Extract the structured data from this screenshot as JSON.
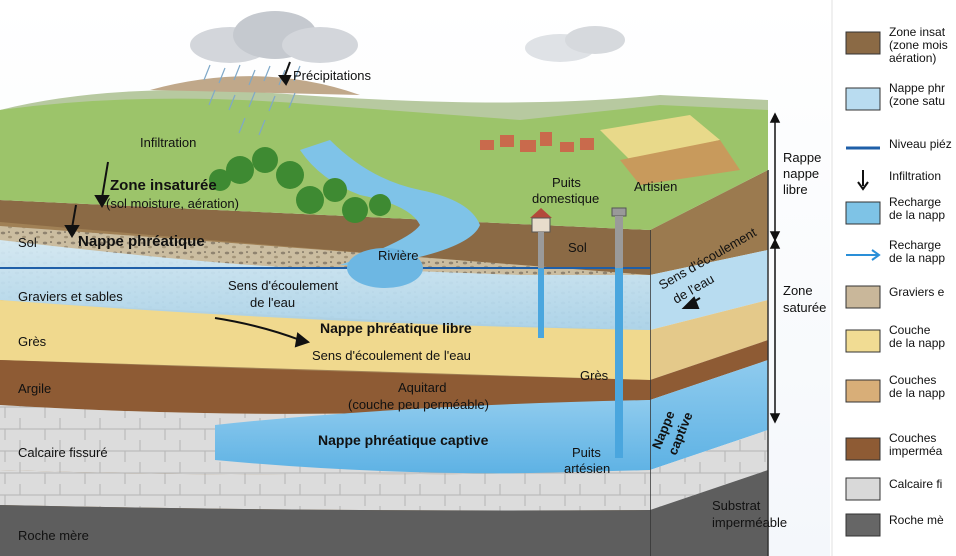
{
  "labels": {
    "precipitations": "Précipitations",
    "infiltration": "Infiltration",
    "zone_insaturee": "Zone insaturée",
    "zone_insaturee_sub": "(sol moisture, aération)",
    "nappe_phreatique": "Nappe phréatique",
    "sol_left": "Sol",
    "sol_right": "Sol",
    "graviers": "Graviers et sables",
    "gres_left": "Grès",
    "gres_right": "Grès",
    "argile": "Argile",
    "calcaire": "Calcaire fissuré",
    "roche": "Roche mère",
    "riviere": "Rivière",
    "sens_ecoul_1": "Sens d'écoulement",
    "sens_ecoul_2": "de l'eau",
    "nappe_libre": "Nappe phréatique libre",
    "sens_ecoul_long": "Sens d'écoulement de l'eau",
    "aquitard_1": "Aquitard",
    "aquitard_2": "(couche peu perméable)",
    "nappe_captive": "Nappe phréatique captive",
    "puits_dom_1": "Puits",
    "puits_dom_2": "domestique",
    "artesien": "Artisien",
    "puits_art_1": "Puits",
    "puits_art_2": "artésien",
    "side_ecoul_1": "Sens d'écoulement",
    "side_ecoul_2": "de l'eau",
    "side_captive_1": "Nappe",
    "side_captive_2": "captive",
    "rappe_1": "Rappe",
    "rappe_2": "nappe",
    "rappe_3": "libre",
    "zone_sat_1": "Zone",
    "zone_sat_2": "saturée",
    "substrat_1": "Substrat",
    "substrat_2": "imperméable"
  },
  "legend": [
    {
      "kind": "box",
      "color": "#8b6a45",
      "lines": [
        "Zone insat",
        "(zone mois",
        "aération)"
      ]
    },
    {
      "kind": "box",
      "color": "#b9dcf0",
      "lines": [
        "Nappe phr",
        "(zone satu"
      ]
    },
    {
      "kind": "line",
      "color": "#1f5fa8",
      "lines": [
        "Niveau piéz"
      ]
    },
    {
      "kind": "arrow-down",
      "color": "#111111",
      "lines": [
        "Infiltration"
      ]
    },
    {
      "kind": "box",
      "color": "#7ec3e6",
      "lines": [
        "Recharge",
        "de la napp"
      ]
    },
    {
      "kind": "arrow-right",
      "color": "#2a8fd8",
      "lines": [
        "Recharge",
        "de la napp"
      ]
    },
    {
      "kind": "box",
      "color": "#c9b79a",
      "lines": [
        "Graviers e"
      ]
    },
    {
      "kind": "box",
      "color": "#f1dc93",
      "lines": [
        "Couche",
        "de la napp"
      ]
    },
    {
      "kind": "box",
      "color": "#d8ae78",
      "lines": [
        "Couches",
        "de la napp"
      ]
    },
    {
      "kind": "box",
      "color": "#8e5b34",
      "lines": [
        "Couches",
        "imperméa"
      ]
    },
    {
      "kind": "box",
      "color": "#d9d9d9",
      "lines": [
        "Calcaire fi"
      ]
    },
    {
      "kind": "box",
      "color": "#666666",
      "lines": [
        "Roche mè"
      ]
    }
  ]
}
